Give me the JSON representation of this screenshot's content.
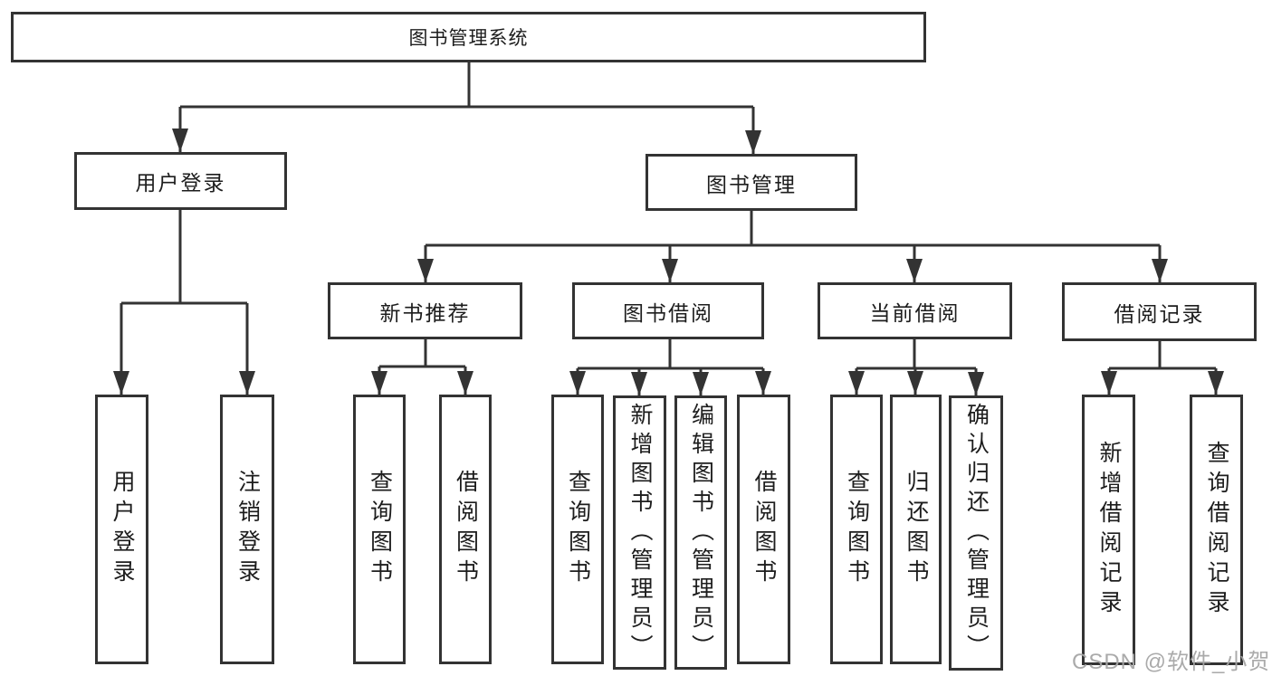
{
  "tree": {
    "root": {
      "label": "图书管理系统",
      "children": [
        {
          "label": "用户登录",
          "children": [
            {
              "label": "用户登录"
            },
            {
              "label": "注销登录"
            }
          ]
        },
        {
          "label": "图书管理",
          "children": [
            {
              "label": "新书推荐",
              "children": [
                {
                  "label": "查询图书"
                },
                {
                  "label": "借阅图书"
                }
              ]
            },
            {
              "label": "图书借阅",
              "children": [
                {
                  "label": "查询图书"
                },
                {
                  "label": "新增图书（管理员）"
                },
                {
                  "label": "编辑图书（管理员）"
                },
                {
                  "label": "借阅图书"
                }
              ]
            },
            {
              "label": "当前借阅",
              "children": [
                {
                  "label": "查询图书"
                },
                {
                  "label": "归还图书"
                },
                {
                  "label": "确认归还（管理员）"
                }
              ]
            },
            {
              "label": "借阅记录",
              "children": [
                {
                  "label": "新增借阅记录"
                },
                {
                  "label": "查询借阅记录"
                }
              ]
            }
          ]
        }
      ]
    }
  },
  "watermark": {
    "text": "CSDN @软件_小贺同学"
  },
  "colors": {
    "line": "#333333",
    "box_border": "#333333",
    "box_background": "#ffffff",
    "text": "#1d1d1d",
    "watermark": "#a5a5a5",
    "background": "#ffffff"
  }
}
